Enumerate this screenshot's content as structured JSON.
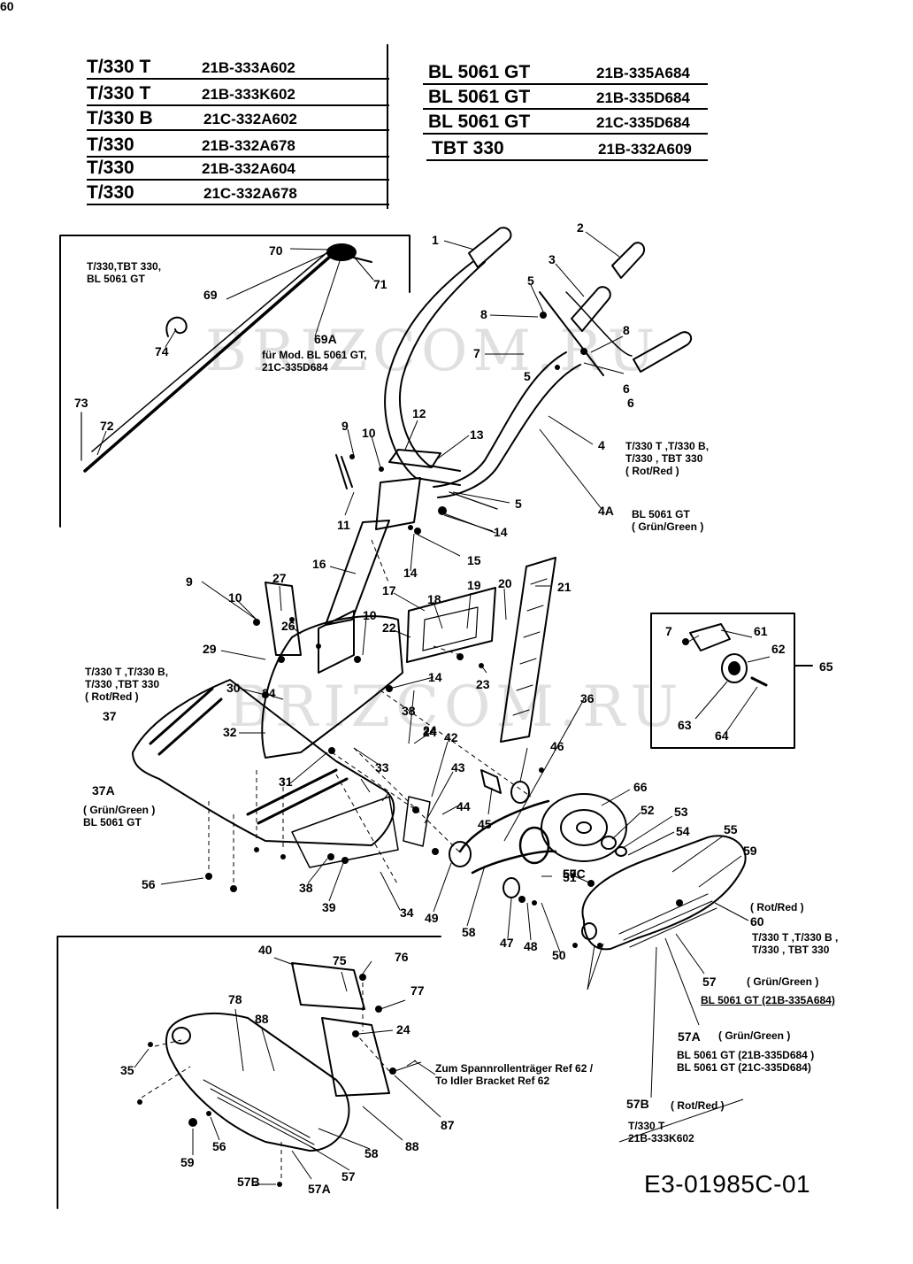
{
  "models_left": [
    {
      "model": "T/330 T",
      "part": "21B-333A602"
    },
    {
      "model": "T/330 T",
      "part": "21B-333K602"
    },
    {
      "model": "T/330 B",
      "part": "21C-332A602"
    },
    {
      "model": "T/330",
      "part": "21B-332A678"
    },
    {
      "model": "T/330",
      "part": "21B-332A604"
    },
    {
      "model": "T/330",
      "part": "21C-332A678"
    }
  ],
  "models_right": [
    {
      "model": "BL 5061 GT",
      "part": "21B-335A684"
    },
    {
      "model": "BL 5061 GT",
      "part": "21B-335D684"
    },
    {
      "model": "BL 5061 GT",
      "part": "21C-335D684"
    },
    {
      "model": "TBT 330",
      "part": "21B-332A609"
    }
  ],
  "callouts": [
    "1",
    "2",
    "3",
    "5",
    "8",
    "8",
    "7",
    "5",
    "6",
    "6",
    "4",
    "4A",
    "12",
    "13",
    "9",
    "10",
    "11",
    "5",
    "14",
    "14",
    "15",
    "70",
    "71",
    "69",
    "69A",
    "74",
    "73",
    "72",
    "16",
    "9",
    "27",
    "10",
    "26",
    "29",
    "30",
    "24",
    "32",
    "31",
    "33",
    "37",
    "37A",
    "17",
    "18",
    "19",
    "20",
    "21",
    "22",
    "10",
    "14",
    "24",
    "23",
    "38",
    "24",
    "42",
    "43",
    "44",
    "45",
    "46",
    "36",
    "7",
    "61",
    "62",
    "63",
    "64",
    "65",
    "66",
    "52",
    "53",
    "54",
    "55",
    "59",
    "58",
    "49",
    "47",
    "48",
    "50",
    "51",
    "50",
    "60",
    "57",
    "57A",
    "57B",
    "57C",
    "56",
    "38",
    "39",
    "34",
    "40",
    "75",
    "76",
    "77",
    "78",
    "88",
    "24",
    "35",
    "56",
    "59",
    "58",
    "57",
    "57A",
    "57B",
    "88",
    "87",
    "60"
  ],
  "notes": {
    "inset_models": "T/330,TBT 330,\nBL 5061 GT",
    "n69a": "für Mod. BL 5061 GT,\n21C-335D684",
    "n4": "T/330 T ,T/330 B,\nT/330 , TBT 330\n( Rot/Red )",
    "n4a": "BL 5061 GT\n( Grün/Green )",
    "n37": "T/330 T ,T/330 B,\nT/330 ,TBT 330\n( Rot/Red )",
    "n37a": "( Grün/Green )\nBL 5061 GT",
    "n57_color": "( Rot/Red )",
    "n57": "T/330 T ,T/330 B ,\nT/330 , TBT 330",
    "n57a_color": "( Grün/Green )",
    "n57a": "BL 5061 GT (21B-335A684)",
    "n57b_color": "( Grün/Green )",
    "n57b": "BL 5061 GT (21B-335D684 )\nBL 5061 GT (21C-335D684)",
    "n57c_color": "( Rot/Red )",
    "n57c": "T/330 T\n21B-333K602",
    "idler": "Zum Spannrollenträger Ref 62 /\nTo Idler Bracket Ref 62"
  },
  "doc_number": "E3-01985C-01",
  "watermark": "BRIZCOM.RU"
}
